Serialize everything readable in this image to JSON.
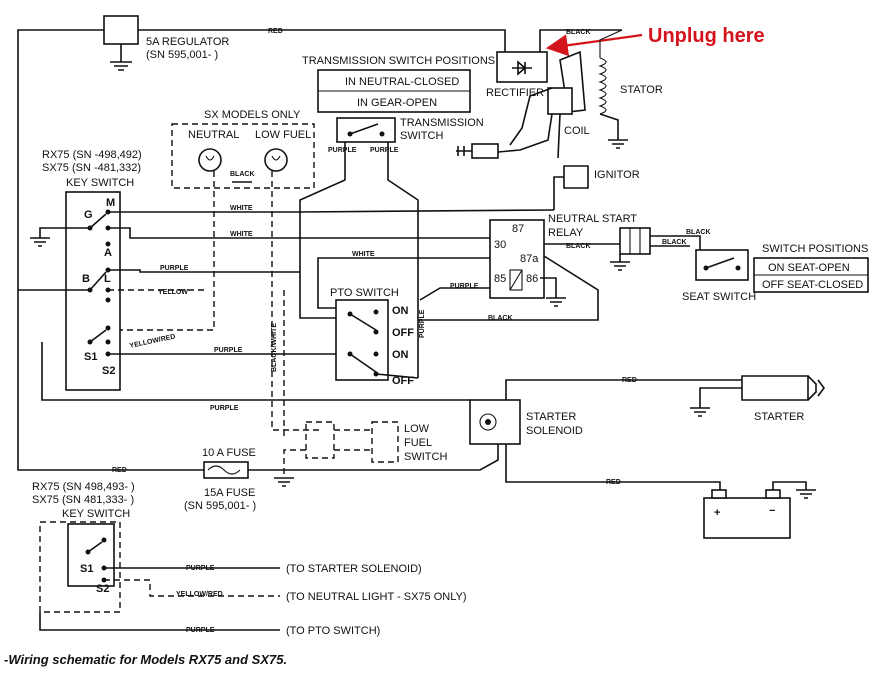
{
  "callout": {
    "text": "Unplug here",
    "color": "#d4141c"
  },
  "components": {
    "regulator": [
      "5A REGULATOR",
      "(SN 595,001-    )"
    ],
    "transmission_positions": {
      "title": "TRANSMISSION SWITCH POSITIONS",
      "rows": [
        "IN NEUTRAL-CLOSED",
        "IN GEAR-OPEN"
      ]
    },
    "transmission_switch": [
      "TRANSMISSION",
      "SWITCH"
    ],
    "rectifier": "RECTIFIER",
    "stator": "STATOR",
    "coil": "COIL",
    "ignitor": "IGNITOR",
    "sx_models": {
      "title": "SX MODELS ONLY",
      "neutral": "NEUTRAL",
      "low_fuel": "LOW FUEL"
    },
    "models_1": [
      "RX75 (SN      -498,492)",
      "SX75 (SN      -481,332)"
    ],
    "key_switch": "KEY SWITCH",
    "key_terminals": [
      "G",
      "M",
      "A",
      "B",
      "L",
      "S1",
      "S2"
    ],
    "neutral_start_relay": [
      "NEUTRAL START",
      "RELAY"
    ],
    "relay_terminals": [
      "87",
      "30",
      "87a",
      "85",
      "86"
    ],
    "switch_positions": {
      "title": "SWITCH POSITIONS",
      "rows": [
        "ON SEAT-OPEN",
        "OFF SEAT-CLOSED"
      ]
    },
    "seat_switch": "SEAT SWITCH",
    "pto_switch": {
      "title": "PTO SWITCH",
      "positions": [
        "ON",
        "OFF",
        "ON",
        "OFF"
      ]
    },
    "starter": "STARTER",
    "starter_solenoid": [
      "STARTER",
      "SOLENOID"
    ],
    "low_fuel_switch": [
      "LOW",
      "FUEL",
      "SWITCH"
    ],
    "fuse_10a": "10 A FUSE",
    "fuse_15a": [
      "15A FUSE",
      "(SN 595,001-    )"
    ],
    "models_2": [
      "RX75 (SN 498,493-    )",
      "SX75 (SN 481,333-    )"
    ],
    "key_switch_2": "KEY SWITCH"
  },
  "wire_labels": {
    "red": "RED",
    "black": "BLACK",
    "white": "WHITE",
    "purple": "PURPLE",
    "yellow": "YELLOW",
    "yellow_red": "YELLOW/RED",
    "black_white": "BLACK/WHITE"
  },
  "legend_lines": [
    "(TO STARTER SOLENOID)",
    "(TO NEUTRAL LIGHT - SX75 ONLY)",
    "(TO PTO SWITCH)"
  ],
  "caption": "-Wiring schematic for Models RX75 and SX75."
}
